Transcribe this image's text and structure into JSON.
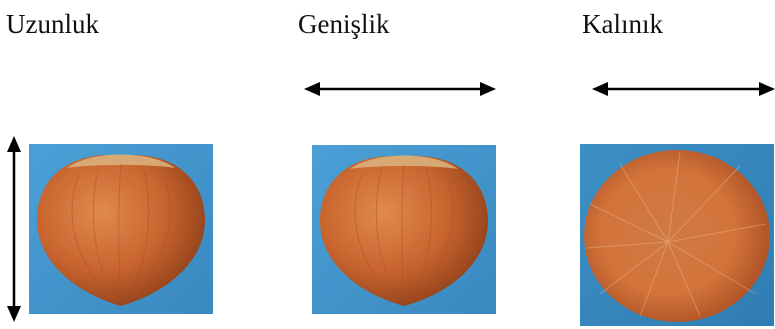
{
  "labels": {
    "length": "Uzunluk",
    "width": "Genişlik",
    "thickness": "Kalınık"
  },
  "colors": {
    "background_blue": "#3f93c8",
    "hazelnut": "#c8642e",
    "arrow": "#000000"
  },
  "icons": {
    "length_arrow": "double-arrow-vertical",
    "width_arrow": "double-arrow-horizontal",
    "thickness_arrow": "double-arrow-horizontal"
  }
}
